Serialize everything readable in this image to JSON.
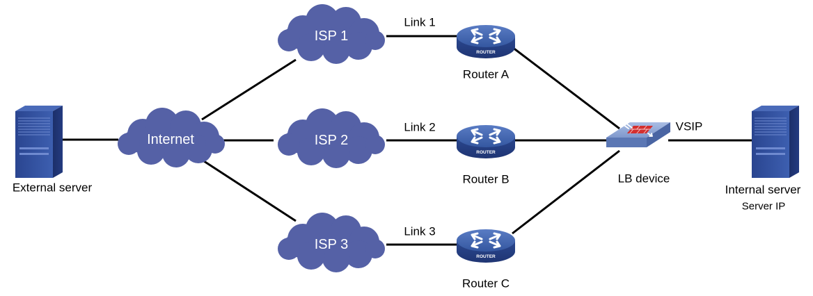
{
  "clouds": {
    "internet": "Internet",
    "isp1": "ISP 1",
    "isp2": "ISP 2",
    "isp3": "ISP 3"
  },
  "links": {
    "link1": "Link 1",
    "link2": "Link 2",
    "link3": "Link 3",
    "vsip": "VSIP"
  },
  "routers": {
    "a": "Router A",
    "b": "Router B",
    "c": "Router C",
    "badge": "ROUTER"
  },
  "devices": {
    "lb": "LB device",
    "external_server": "External server",
    "internal_server": "Internal server",
    "server_ip": "Server IP"
  },
  "colors": {
    "cloud": "#5561a6",
    "router": "#3a5fa8",
    "lb_body": "#7d97cc",
    "lb_badge": "#d32f2f",
    "server": "#2e4b96",
    "line": "#000000"
  }
}
